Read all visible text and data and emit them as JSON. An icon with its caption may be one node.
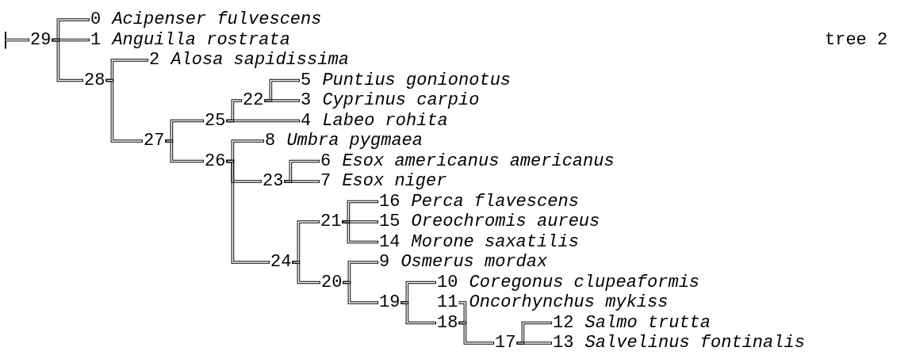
{
  "diagram": {
    "nodes": [
      {
        "text": [
          "0",
          "Acipenser fulvescens"
        ]
      },
      {
        "text": [
          "29"
        ]
      },
      {
        "text": [
          "1",
          "Anguilla rostrata"
        ]
      },
      {
        "text": [
          "2",
          "Alosa sapidissima"
        ]
      },
      {
        "text": [
          "28"
        ]
      },
      {
        "text": [
          "5",
          "Puntius gonionotus"
        ]
      },
      {
        "text": [
          "22"
        ]
      },
      {
        "text": [
          "3",
          "Cyprinus carpio"
        ]
      },
      {
        "text": [
          "25"
        ]
      },
      {
        "text": [
          "4",
          "Labeo rohita"
        ]
      },
      {
        "text": [
          "27"
        ]
      },
      {
        "text": [
          "8",
          "Umbra pygmaea"
        ]
      },
      {
        "text": [
          "26"
        ]
      },
      {
        "text": [
          "6",
          "Esox americanus americanus"
        ]
      },
      {
        "text": [
          "23"
        ]
      },
      {
        "text": [
          "7",
          "Esox niger"
        ]
      },
      {
        "text": [
          "16",
          "Perca flavescens"
        ]
      },
      {
        "text": [
          "21"
        ]
      },
      {
        "text": [
          "15",
          "Oreochromis aureus"
        ]
      },
      {
        "text": [
          "14",
          "Morone saxatilis"
        ]
      },
      {
        "text": [
          "24"
        ]
      },
      {
        "text": [
          "9",
          "Osmerus mordax"
        ]
      },
      {
        "text": [
          "20"
        ]
      },
      {
        "text": [
          "10",
          "Coregonus clupeaformis"
        ]
      },
      {
        "text": [
          "19"
        ]
      },
      {
        "text": [
          "11",
          "Oncorhynchus mykiss"
        ]
      },
      {
        "text": [
          "18"
        ]
      },
      {
        "text": [
          "12",
          "Salmo trutta"
        ]
      },
      {
        "text": [
          "17"
        ]
      },
      {
        "text": [
          "13",
          "Salvelinus fontinalis"
        ]
      }
    ],
    "edges": [
      {
        "from": null,
        "to": 1,
        "arrow": "other"
      },
      {
        "from": 1,
        "to": 0,
        "arrow": "none"
      },
      {
        "from": 1,
        "to": 2,
        "arrow": "none"
      },
      {
        "from": 1,
        "to": 4,
        "arrow": "none"
      },
      {
        "from": 4,
        "to": 3,
        "arrow": "none"
      },
      {
        "from": 4,
        "to": 10,
        "arrow": "none"
      },
      {
        "from": 10,
        "to": 8,
        "arrow": "none"
      },
      {
        "from": 10,
        "to": 12,
        "arrow": "none"
      },
      {
        "from": 8,
        "to": 6,
        "arrow": "none"
      },
      {
        "from": 8,
        "to": 9,
        "arrow": "none"
      },
      {
        "from": 6,
        "to": 5,
        "arrow": "none"
      },
      {
        "from": 6,
        "to": 7,
        "arrow": "none"
      },
      {
        "from": 12,
        "to": 11,
        "arrow": "none"
      },
      {
        "from": 12,
        "to": 14,
        "arrow": "none"
      },
      {
        "from": 12,
        "to": 20,
        "arrow": "none"
      },
      {
        "from": 14,
        "to": 13,
        "arrow": "none"
      },
      {
        "from": 14,
        "to": 15,
        "arrow": "none"
      },
      {
        "from": 20,
        "to": 17,
        "arrow": "none"
      },
      {
        "from": 20,
        "to": 22,
        "arrow": "none"
      },
      {
        "from": 17,
        "to": 16,
        "arrow": "none"
      },
      {
        "from": 17,
        "to": 18,
        "arrow": "none"
      },
      {
        "from": 17,
        "to": 19,
        "arrow": "none"
      },
      {
        "from": 22,
        "to": 21,
        "arrow": "none"
      },
      {
        "from": 22,
        "to": 24,
        "arrow": "none"
      },
      {
        "from": 24,
        "to": 23,
        "arrow": "none"
      },
      {
        "from": 24,
        "to": 26,
        "arrow": "none"
      },
      {
        "from": 26,
        "to": 25,
        "arrow": "none"
      },
      {
        "from": 26,
        "to": 28,
        "arrow": "none"
      },
      {
        "from": 28,
        "to": 27,
        "arrow": "none"
      },
      {
        "from": 28,
        "to": 29,
        "arrow": "none"
      }
    ],
    "labels": [
      "tree 2"
    ]
  }
}
